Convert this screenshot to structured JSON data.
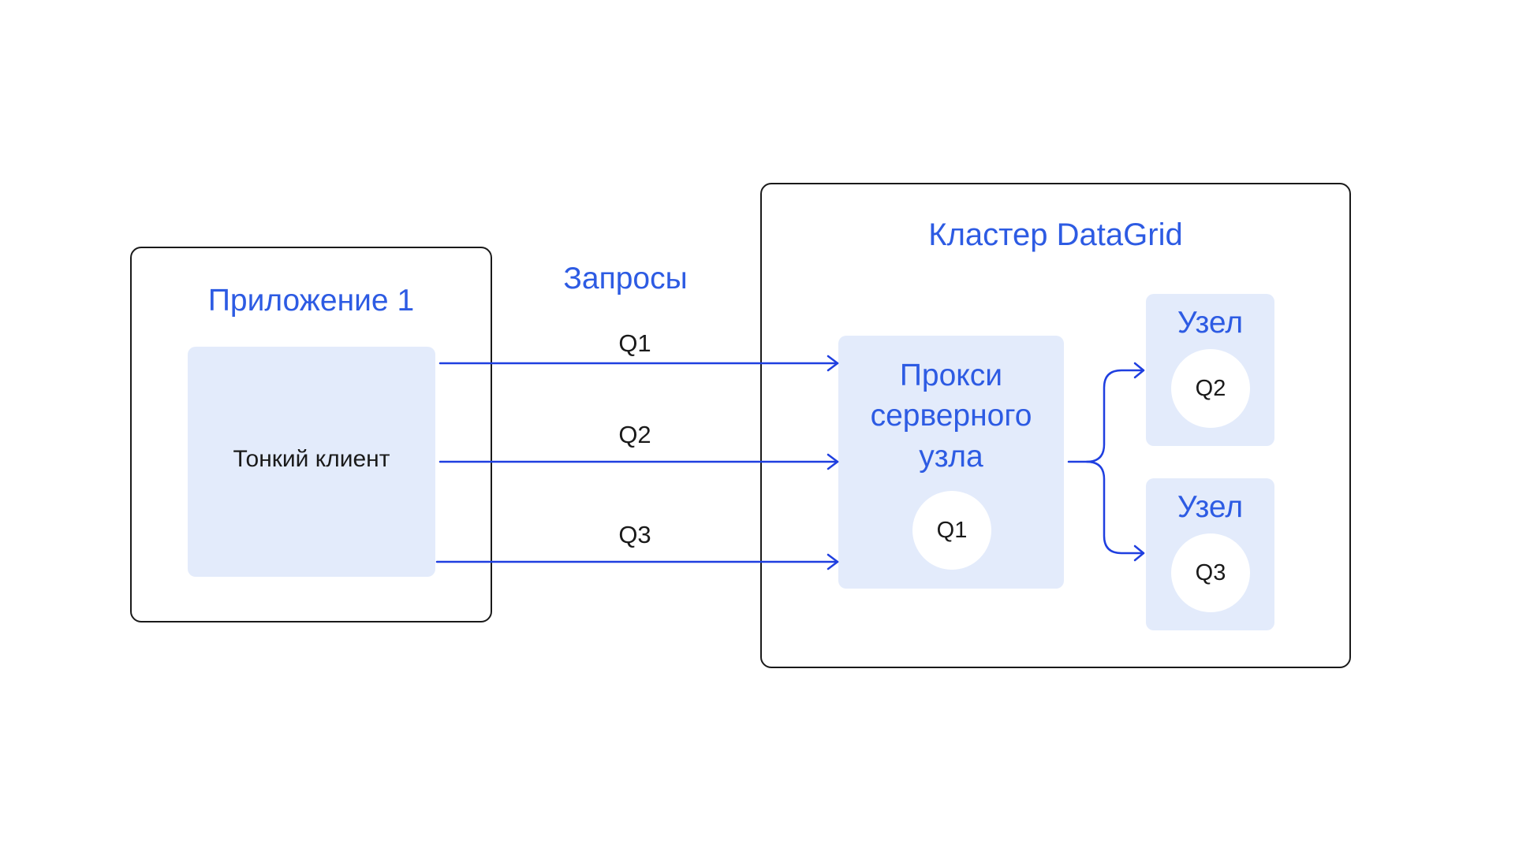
{
  "app": {
    "title": "Приложение 1",
    "client_label": "Тонкий клиент"
  },
  "requests": {
    "title": "Запросы",
    "items": [
      "Q1",
      "Q2",
      "Q3"
    ]
  },
  "cluster": {
    "title": "Кластер DataGrid",
    "proxy": {
      "title_lines": [
        "Прокси",
        "серверного",
        "узла"
      ],
      "query": "Q1"
    },
    "nodes": [
      {
        "title": "Узел",
        "query": "Q2"
      },
      {
        "title": "Узел",
        "query": "Q3"
      }
    ]
  },
  "colors": {
    "accent": "#2d5be3",
    "arrow": "#1f3fe0",
    "panel": "#e3ebfb",
    "border": "#1a1a1a"
  }
}
